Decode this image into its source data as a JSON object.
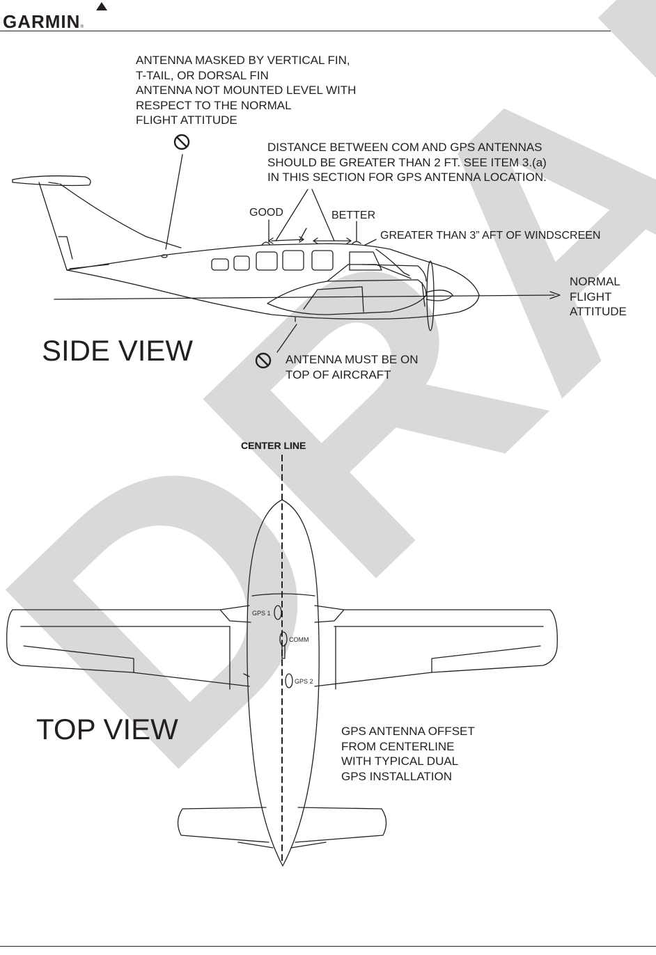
{
  "header": {
    "logo_text": "GARMIN",
    "logo_mark": "®"
  },
  "side_view": {
    "title": "SIDE VIEW",
    "masked_note": "ANTENNA MASKED BY VERTICAL FIN,\nT-TAIL, OR DORSAL FIN\nANTENNA NOT MOUNTED LEVEL WITH\nRESPECT TO THE NORMAL\nFLIGHT ATTITUDE",
    "distance_note": "DISTANCE BETWEEN COM  AND GPS ANTENNAS\nSHOULD BE GREATER THAN 2 FT.  SEE ITEM 3.(a)\nIN THIS SECTION FOR GPS ANTENNA LOCATION.",
    "good_label": "GOOD",
    "better_label": "BETTER",
    "windscreen_note": "GREATER THAN 3” AFT OF WINDSCREEN",
    "attitude_note": "NORMAL\nFLIGHT\nATTITUDE",
    "bottom_note": "ANTENNA MUST BE ON\nTOP OF AIRCRAFT"
  },
  "top_view": {
    "title": "TOP VIEW",
    "centerline_label": "CENTER LINE",
    "gps1_label": "GPS 1",
    "comm_label": "COMM",
    "gps2_label": "GPS 2",
    "offset_note": "GPS ANTENNA OFFSET\nFROM CENTERLINE\nWITH TYPICAL DUAL\nGPS INSTALLATION"
  },
  "watermark": {
    "text": "DRAFT",
    "color": "#d9d9d9"
  },
  "colors": {
    "ink": "#231f20"
  },
  "icons": [
    "garmin-triangle-icon",
    "prohibited-icon"
  ]
}
